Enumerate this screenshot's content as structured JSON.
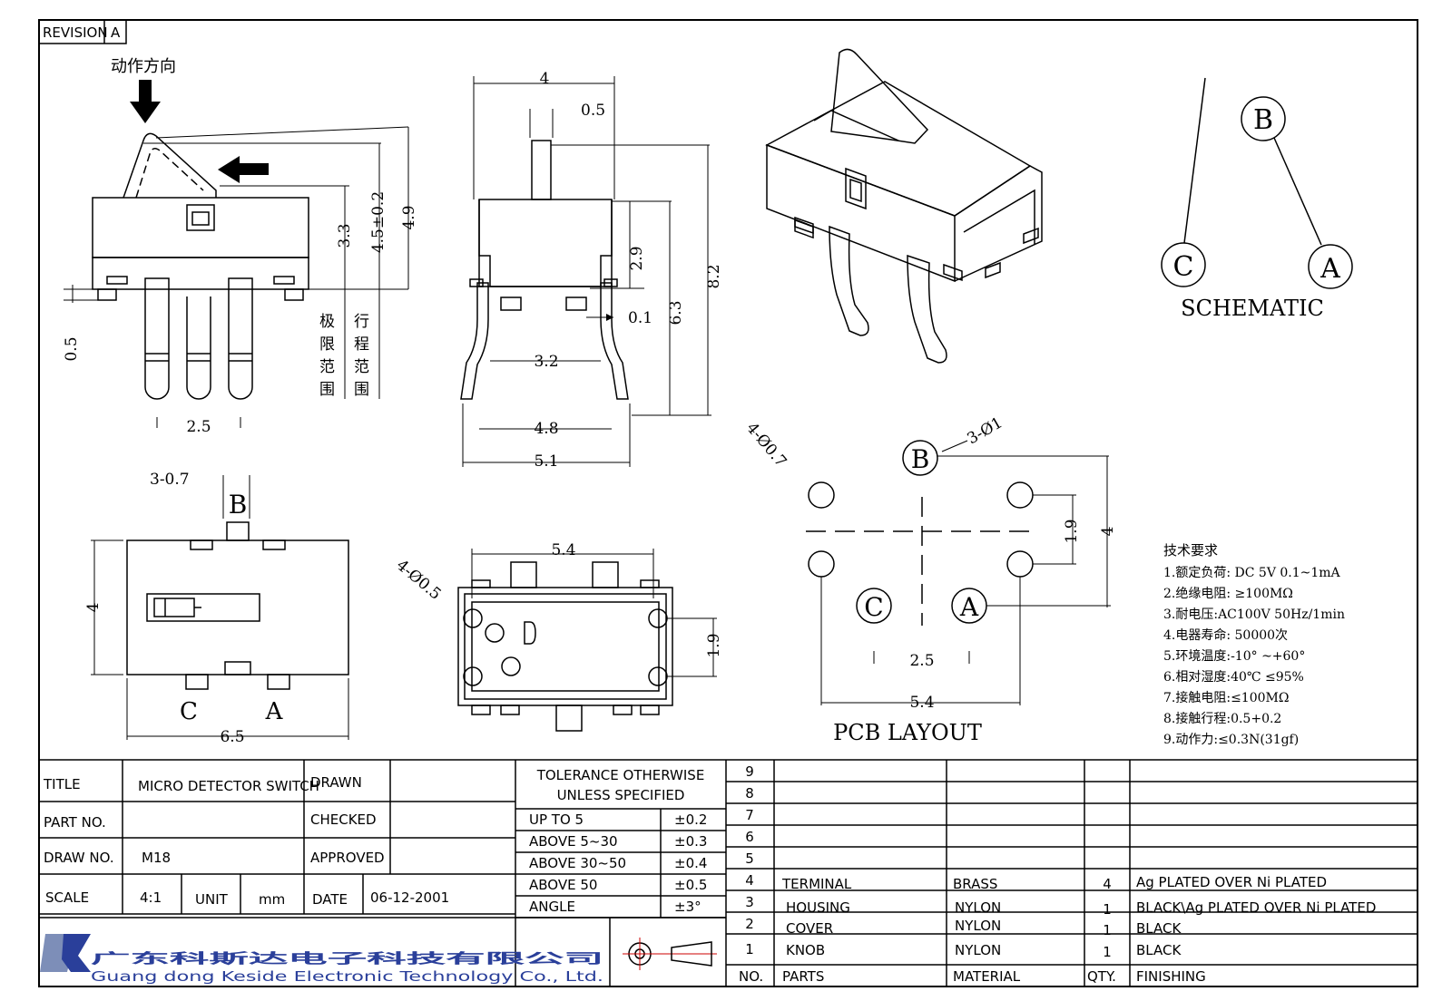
{
  "revision": {
    "label": "REVISION",
    "value": "A"
  },
  "side_view": {
    "action_direction": "动作方向",
    "dims": {
      "h33": "3.3",
      "h45": "4.5±0.2",
      "h49": "4.9",
      "d05": "0.5",
      "pitch": "2.5"
    },
    "limit_range": [
      "极",
      "限",
      "范",
      "围"
    ],
    "travel_range": [
      "行",
      "程",
      "范",
      "围"
    ]
  },
  "front_view": {
    "dims": {
      "w4": "4",
      "d05": "0.5",
      "h29": "2.9",
      "h63": "6.3",
      "h82": "8.2",
      "d01": "0.1",
      "w32": "3.2",
      "w48": "4.8",
      "w51": "5.1"
    }
  },
  "schematic": {
    "label": "SCHEMATIC",
    "b": "B",
    "c": "C",
    "a": "A"
  },
  "top_view": {
    "holes": "3-0.7",
    "b": "B",
    "c": "C",
    "a": "A",
    "h4": "4",
    "w65": "6.5"
  },
  "bottom_view": {
    "holes": "4-Ø0.5",
    "w54": "5.4",
    "h19": "1.9"
  },
  "pcb_layout": {
    "label": "PCB  LAYOUT",
    "holes4": "4-Ø0.7",
    "holes3": "3-Ø1",
    "b": "B",
    "c": "C",
    "a": "A",
    "h19": "1.9",
    "h4": "4",
    "w25": "2.5",
    "w54": "5.4"
  },
  "tech_req": {
    "title": "技术要求",
    "items": [
      "1.额定负荷: DC 5V  0.1~1mA",
      "2.绝缘电阻: ≥100MΩ",
      "3.耐电压:AC100V 50Hz/1min",
      "4.电器寿命: 50000次",
      "5.环境温度:-10° ~+60°",
      "6.相对湿度:40℃  ≤95%",
      "7.接触电阻:≤100MΩ",
      "8.接触行程:0.5+0.2",
      "9.动作力:≤0.3N(31gf)"
    ]
  },
  "title_block": {
    "title_label": "TITLE",
    "title_value": "MICRO DETECTOR SWITCH",
    "part_label": "PART NO.",
    "part_value": "",
    "draw_label": "DRAW NO.",
    "draw_value": "M18",
    "scale_label": "SCALE",
    "scale_value": "4:1",
    "unit_label": "UNIT",
    "unit_value": "mm",
    "drawn_label": "DRAWN",
    "checked_label": "CHECKED",
    "approved_label": "APPROVED",
    "date_label": "DATE",
    "date_value": "06-12-2001",
    "tol_head1": "TOLERANCE OTHERWISE",
    "tol_head2": "UNLESS SPECIFIED",
    "tolerances": [
      {
        "range": "UP TO 5",
        "tol": "±0.2"
      },
      {
        "range": "ABOVE 5~30",
        "tol": "±0.3"
      },
      {
        "range": "ABOVE 30~50",
        "tol": "±0.4"
      },
      {
        "range": "ABOVE 50",
        "tol": "±0.5"
      },
      {
        "range": "ANGLE",
        "tol": "±3°"
      }
    ],
    "company_cn": "广东科斯达电子科技有限公司",
    "company_en": "Guang dong Keside  Electronic Technology Co., Ltd."
  },
  "bom": {
    "headers": {
      "no": "NO.",
      "parts": "PARTS",
      "material": "MATERIAL",
      "qty": "QTY.",
      "finishing": "FINISHING"
    },
    "rows": [
      {
        "no": "9",
        "parts": "",
        "material": "",
        "qty": "",
        "finishing": ""
      },
      {
        "no": "8",
        "parts": "",
        "material": "",
        "qty": "",
        "finishing": ""
      },
      {
        "no": "7",
        "parts": "",
        "material": "",
        "qty": "",
        "finishing": ""
      },
      {
        "no": "6",
        "parts": "",
        "material": "",
        "qty": "",
        "finishing": ""
      },
      {
        "no": "5",
        "parts": "",
        "material": "",
        "qty": "",
        "finishing": ""
      },
      {
        "no": "4",
        "parts": "TERMINAL",
        "material": "BRASS",
        "qty": "4",
        "finishing": "Ag PLATED OVER Ni PLATED"
      },
      {
        "no": "3",
        "parts": "HOUSING",
        "material": "NYLON",
        "qty": "1",
        "finishing": "BLACK\\Ag PLATED OVER Ni PLATED"
      },
      {
        "no": "2",
        "parts": "COVER",
        "material": "NYLON",
        "qty": "1",
        "finishing": "BLACK"
      },
      {
        "no": "1",
        "parts": "KNOB",
        "material": "NYLON",
        "qty": "1",
        "finishing": "BLACK"
      }
    ]
  },
  "colors": {
    "logo_blue": "#2a3f9a",
    "logo_grey": "#7d8eb8"
  }
}
